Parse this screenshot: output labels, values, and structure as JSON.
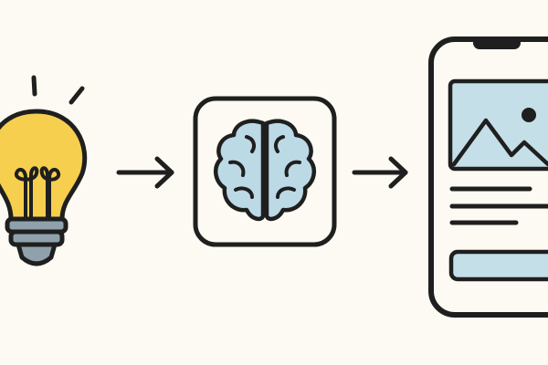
{
  "diagram": {
    "steps": [
      {
        "icon": "lightbulb-icon",
        "meaning": "idea"
      },
      {
        "icon": "brain-icon",
        "meaning": "thinking"
      },
      {
        "icon": "smartphone-icon",
        "meaning": "app"
      }
    ],
    "connectors": [
      "arrow-right-icon",
      "arrow-right-icon"
    ]
  },
  "colors": {
    "background": "#fcfaf2",
    "outline": "#1f1f1f",
    "bulb": "#f6cf4e",
    "bulb_base": "#8fa2ab",
    "brain": "#bcd9e6",
    "screen_accent": "#c4dfe8"
  }
}
